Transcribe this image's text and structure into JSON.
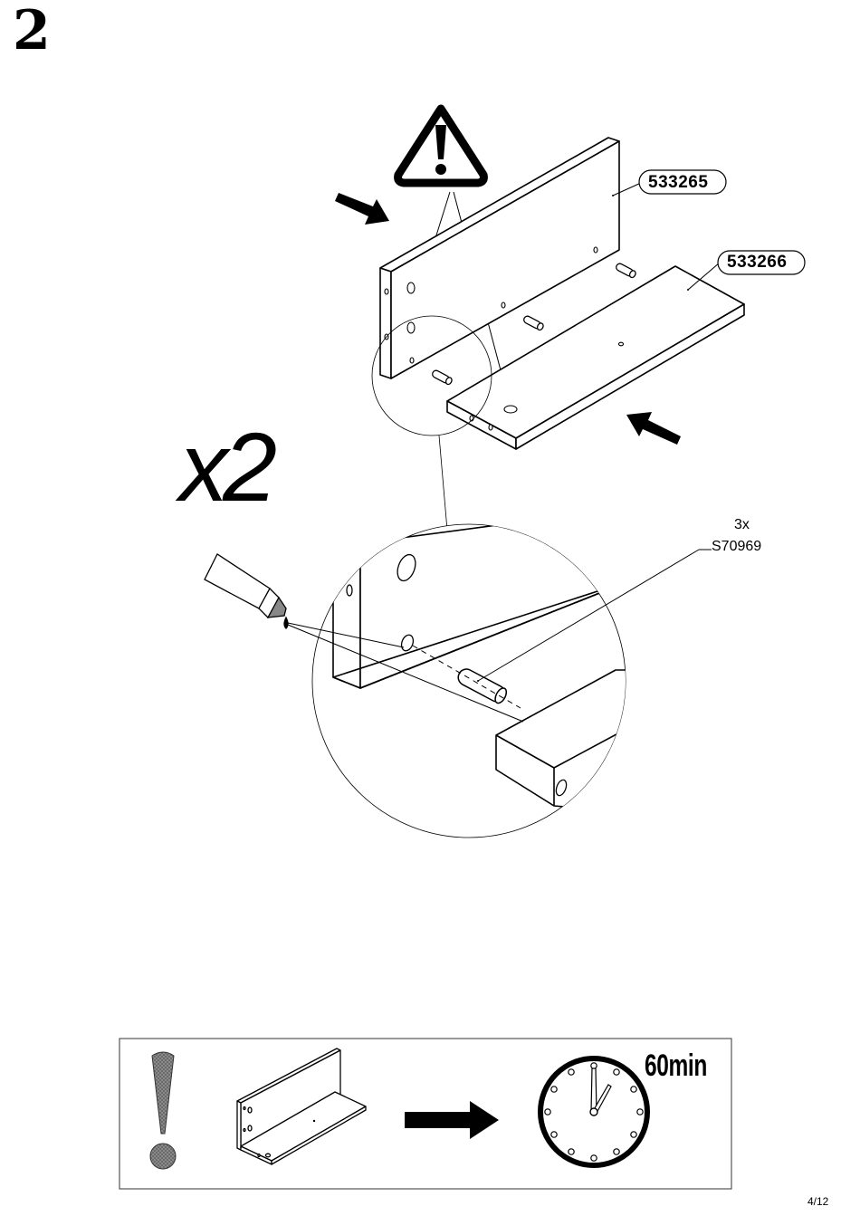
{
  "step": {
    "number": "2"
  },
  "assembly": {
    "multiplier": "x2",
    "parts": [
      {
        "code": "533265"
      },
      {
        "code": "533266"
      }
    ],
    "dowel": {
      "quantity": "3x",
      "code": "S70969"
    }
  },
  "drying_panel": {
    "time": "60min"
  },
  "footer": {
    "page": "4/12"
  },
  "icons": [
    "warning-triangle-icon",
    "glue-tube-icon",
    "direction-arrow-icon",
    "exclamation-icon",
    "clock-icon"
  ]
}
